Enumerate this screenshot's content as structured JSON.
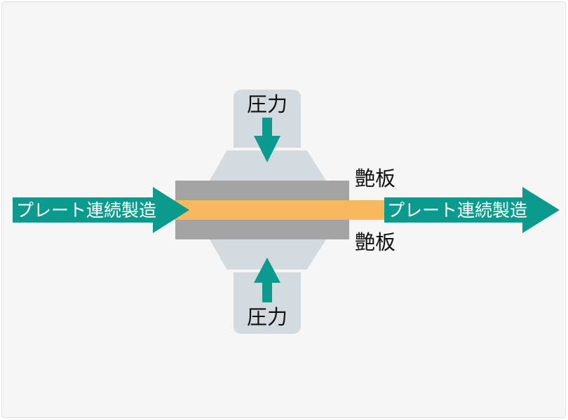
{
  "top_press": {
    "label": "圧力"
  },
  "bottom_press": {
    "label": "圧力"
  },
  "upper_plate": {
    "label": "艶板"
  },
  "lower_plate": {
    "label": "艶板"
  },
  "input_arrow": {
    "label": "プレート連続製造"
  },
  "output_arrow": {
    "label": "プレート連続製造"
  },
  "colors": {
    "arrow": "#0b9a8e",
    "press": "#d4dbe0",
    "plate": "#a4a4a4",
    "sheet": "#f7b95b"
  }
}
